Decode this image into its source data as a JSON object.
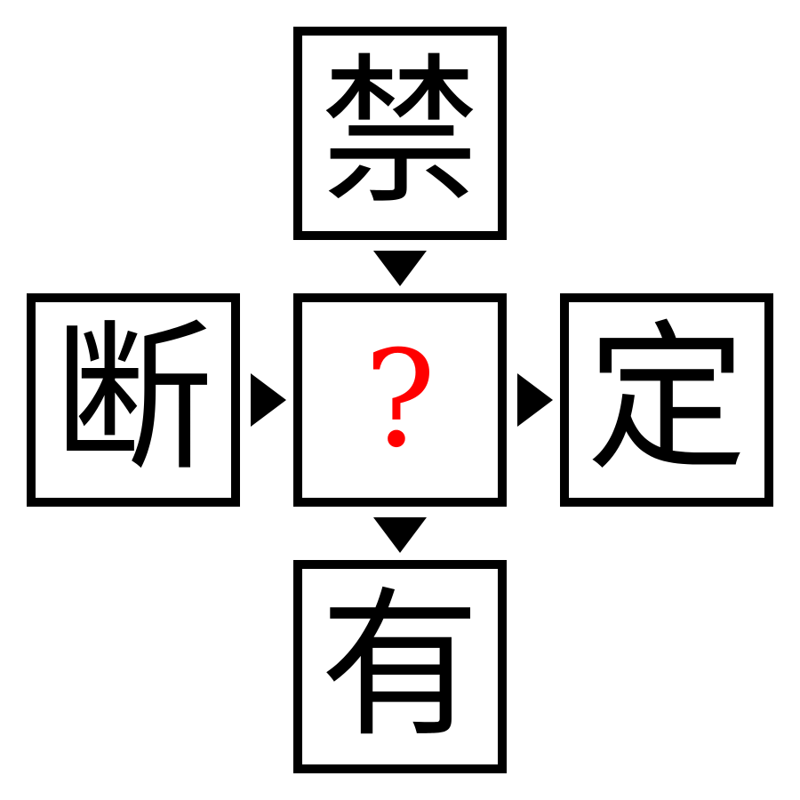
{
  "puzzle": {
    "top": "禁",
    "left": "断",
    "center": "?",
    "right": "定",
    "bottom": "有"
  },
  "colors": {
    "border": "#000000",
    "text": "#000000",
    "question": "#ff0000",
    "background": "#ffffff"
  },
  "icons": {
    "down_arrow": "triangle-down",
    "right_arrow": "triangle-right"
  }
}
